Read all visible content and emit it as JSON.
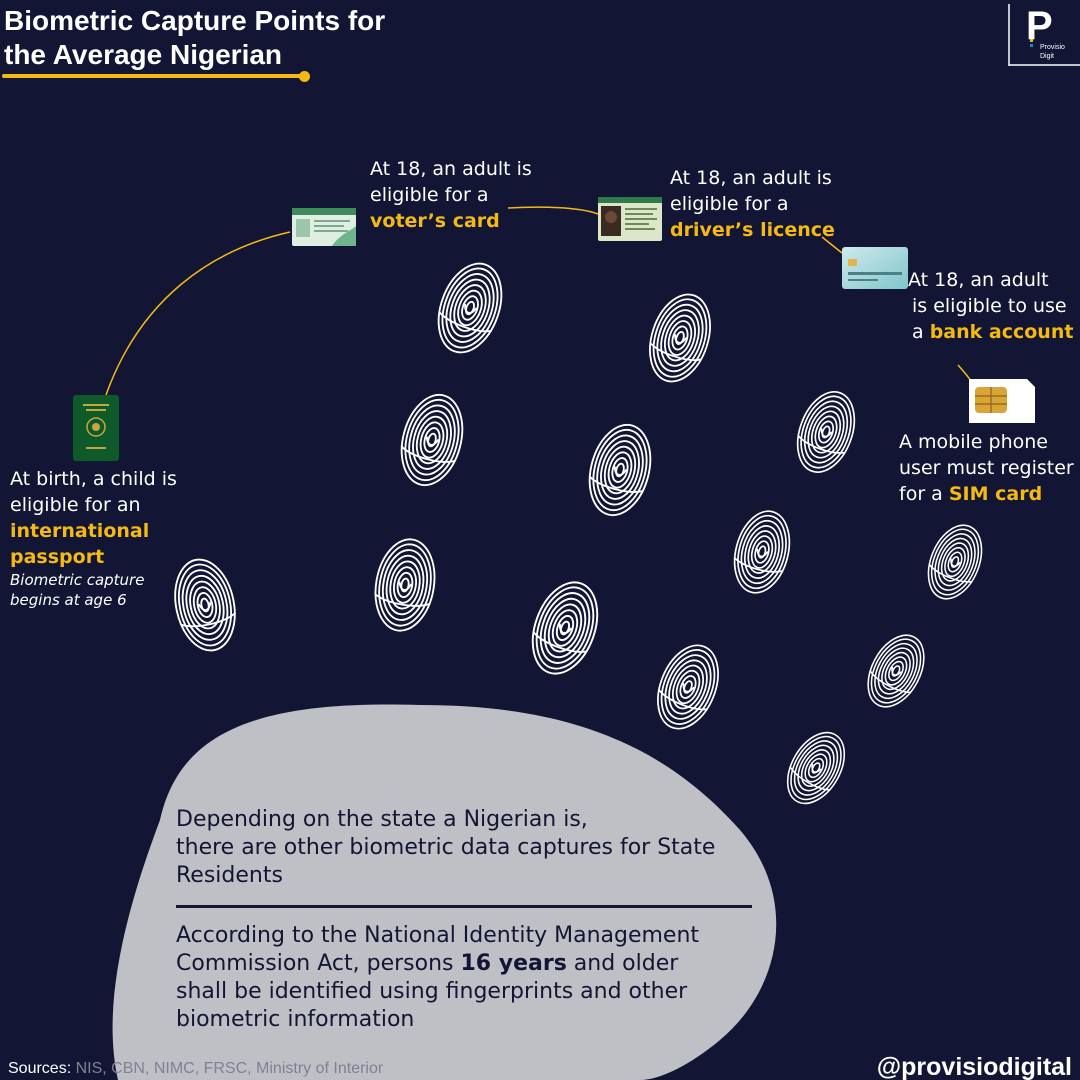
{
  "title": {
    "line1": "Biometric Capture Points for",
    "line2": "the Average Nigerian"
  },
  "logo": {
    "letter": "P",
    "line1": "Provisio",
    "line2": "Digit"
  },
  "milestones": {
    "passport": {
      "line1": "At birth, a child is",
      "line2": "eligible for an",
      "highlight1": "international",
      "highlight2": "passport",
      "note1": "Biometric capture",
      "note2": "begins at age 6",
      "icon": "passport-icon"
    },
    "voters_card": {
      "line1": "At 18, an adult is",
      "line2": "eligible for a",
      "highlight": "voter’s card",
      "icon": "voter-card-icon"
    },
    "drivers_licence": {
      "line1": "At 18, an adult is",
      "line2": "eligible for a",
      "highlight": "driver’s licence",
      "icon": "drivers-licence-icon"
    },
    "bank_account": {
      "line1": "At 18, an adult",
      "line2": "is eligible to use",
      "prefix": "a ",
      "highlight": "bank account",
      "icon": "bank-card-icon"
    },
    "sim_card": {
      "line1": "A mobile phone",
      "line2": "user must register",
      "prefix": "for a ",
      "highlight": "SIM card",
      "icon": "sim-card-icon"
    }
  },
  "bottom": {
    "para1_line1": "Depending on the state a Nigerian is,",
    "para1_line2": "there are other biometric data captures for State",
    "para1_line3": "Residents",
    "para2_line1": "According to the National Identity Management",
    "para2_line2_pre": "Commission Act, persons ",
    "para2_line2_bold": "16 years",
    "para2_line2_post": " and older",
    "para2_line3": "shall be identified using fingerprints and other",
    "para2_line4": "biometric information"
  },
  "footer": {
    "sources_label": "Sources:",
    "sources_list": "NIS, CBN, NIMC, FRSC, Ministry of Interior",
    "handle": "@provisiodigital"
  },
  "colors": {
    "background": "#121634",
    "accent": "#f5b913",
    "blob": "#bfc0c5",
    "text": "#ffffff"
  }
}
